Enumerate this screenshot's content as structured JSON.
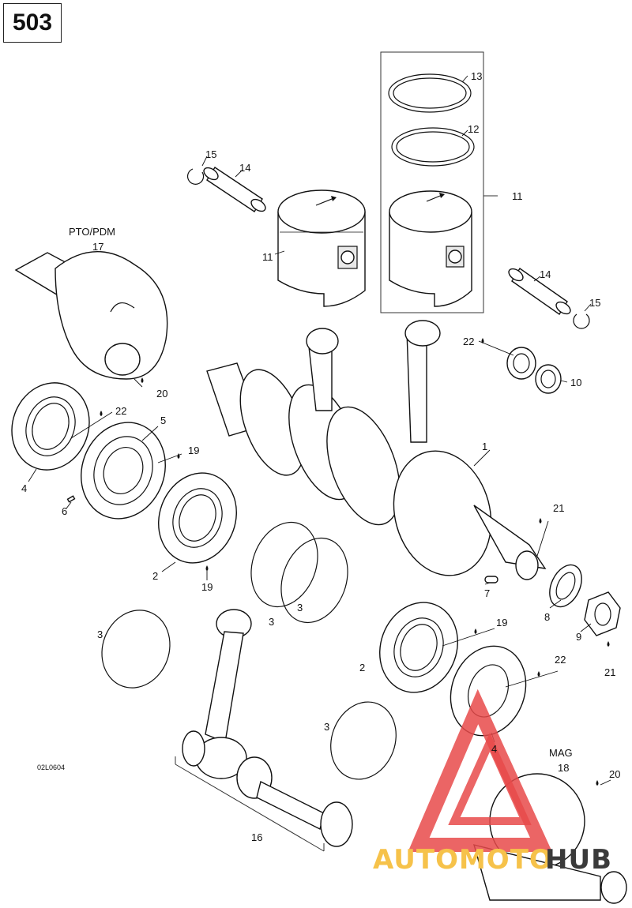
{
  "page_number": "503",
  "drawing_ref": "02L0604",
  "labels": {
    "pto_pdm": "PTO/PDM",
    "mag": "MAG"
  },
  "callouts": {
    "c1": "1",
    "c2a": "2",
    "c2b": "2",
    "c3a": "3",
    "c3b": "3",
    "c3c": "3",
    "c3d": "3",
    "c4a": "4",
    "c4b": "4",
    "c5": "5",
    "c6": "6",
    "c7": "7",
    "c8": "8",
    "c9": "9",
    "c10": "10",
    "c11a": "11",
    "c11b": "11",
    "c12": "12",
    "c13": "13",
    "c14a": "14",
    "c14b": "14",
    "c15a": "15",
    "c15b": "15",
    "c16": "16",
    "c17": "17",
    "c18": "18",
    "c19a": "19",
    "c19b": "19",
    "c19c": "19",
    "c20a": "20",
    "c20b": "20",
    "c21a": "21",
    "c21b": "21",
    "c22a": "22",
    "c22b": "22",
    "c22c": "22"
  },
  "watermark": {
    "text_a": "AUTOMOTO",
    "text_b": "HUB",
    "color_logo": "#e84a4a",
    "color_text_a": "#f6c24a",
    "color_text_b": "#3a3a3a"
  }
}
